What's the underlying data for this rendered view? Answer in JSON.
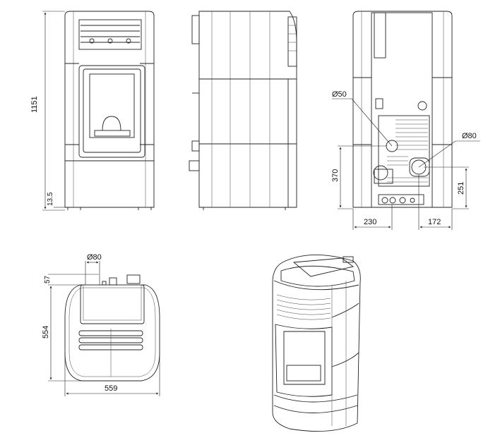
{
  "title": "Pellet stove dimensional drawing",
  "colors": {
    "line": "#222222",
    "background": "#ffffff"
  },
  "dimensions": {
    "front_height": "1151",
    "foot_height": "13.5",
    "rear_small_flue": "Ø50",
    "rear_large_flue": "Ø80",
    "rear_small_flue_height": "370",
    "rear_large_flue_height": "251",
    "rear_left_offset": "230",
    "rear_right_offset": "172",
    "top_flue_diameter": "Ø80",
    "top_flue_offset": "57",
    "top_depth": "554",
    "top_width": "559"
  }
}
